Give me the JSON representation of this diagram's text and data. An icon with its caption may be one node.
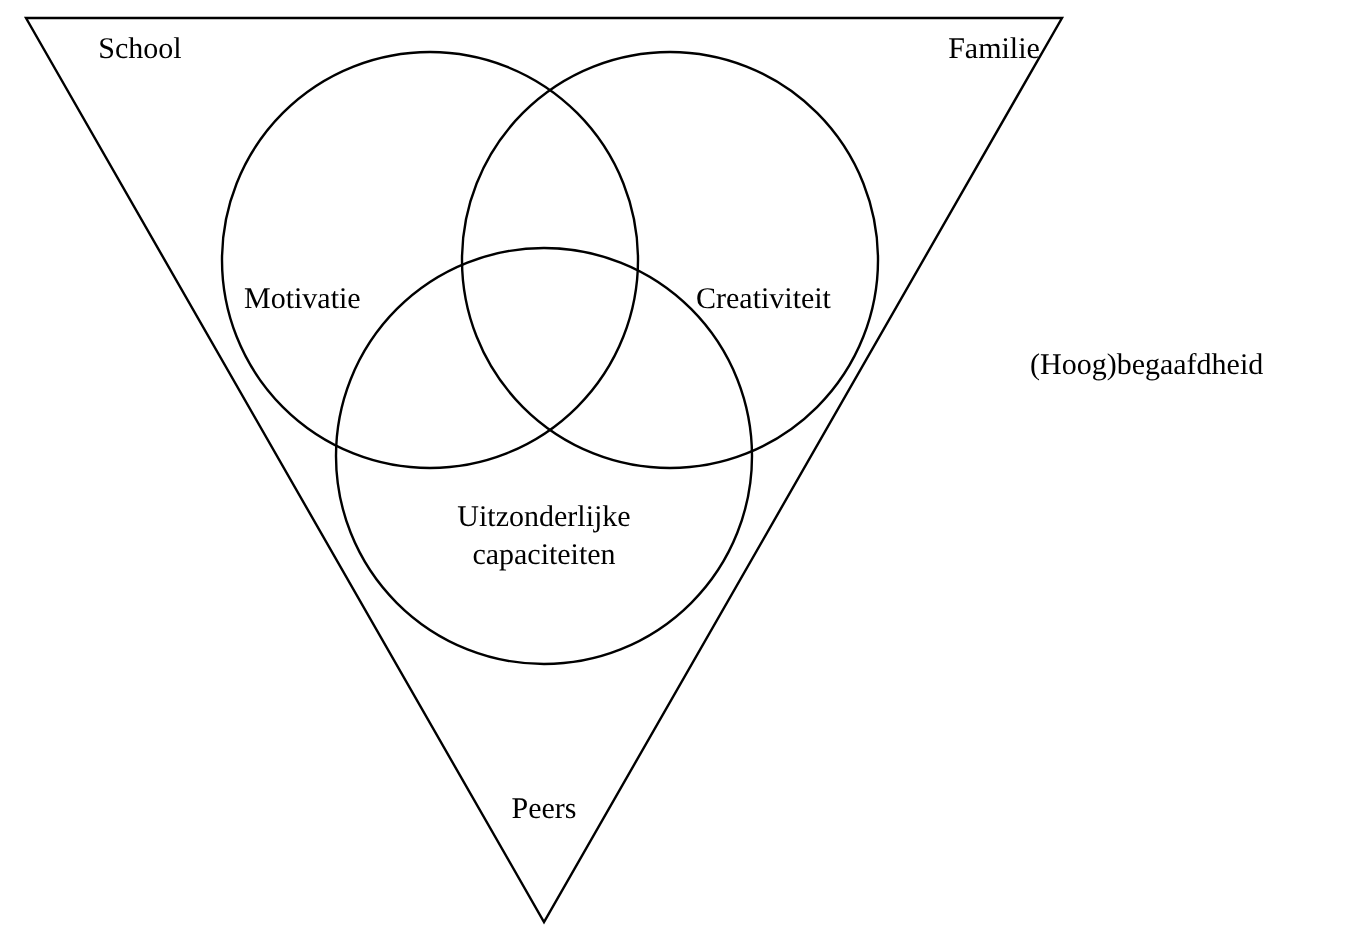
{
  "diagram": {
    "nodes": [
      {
        "text": [
          "School",
          "Familie",
          "Peers"
        ]
      },
      {
        "text": [
          "Motivatie"
        ],
        "in": 0
      },
      {
        "text": [
          "Creativiteit"
        ],
        "in": 0
      },
      {
        "text": [
          "Uitzonderlijke capaciteiten"
        ],
        "in": 0
      }
    ],
    "labels": [
      "(Hoog)begaafdheid"
    ]
  }
}
